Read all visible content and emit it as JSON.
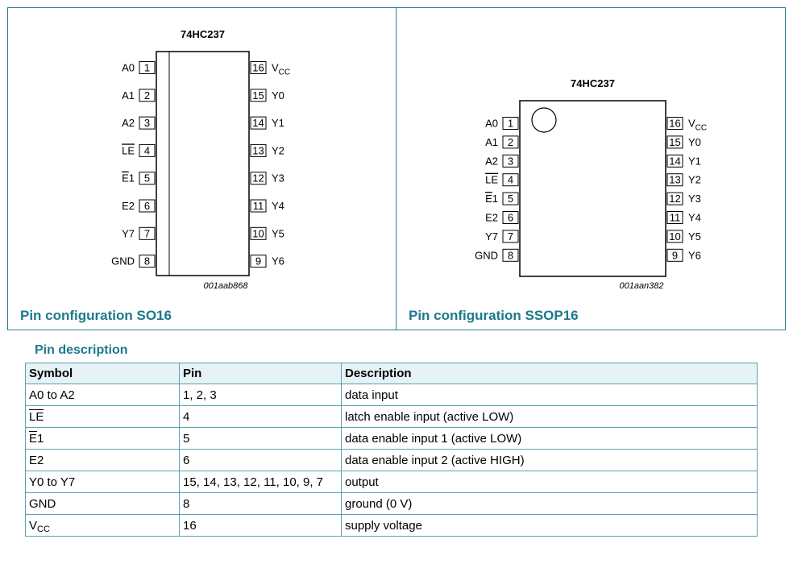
{
  "so16": {
    "chip_name": "74HC237",
    "drawing_code": "001aab868",
    "caption": "Pin configuration SO16",
    "left_pins": [
      {
        "num": "1",
        "label": "A0",
        "overline": false
      },
      {
        "num": "2",
        "label": "A1",
        "overline": false
      },
      {
        "num": "3",
        "label": "A2",
        "overline": false
      },
      {
        "num": "4",
        "label": "LE",
        "overline": true
      },
      {
        "num": "5",
        "label": "E",
        "sub": "1",
        "overline": true
      },
      {
        "num": "6",
        "label": "E2",
        "overline": false
      },
      {
        "num": "7",
        "label": "Y7",
        "overline": false
      },
      {
        "num": "8",
        "label": "GND",
        "overline": false
      }
    ],
    "right_pins": [
      {
        "num": "16",
        "label": "V",
        "subscript": "CC"
      },
      {
        "num": "15",
        "label": "Y0"
      },
      {
        "num": "14",
        "label": "Y1"
      },
      {
        "num": "13",
        "label": "Y2"
      },
      {
        "num": "12",
        "label": "Y3"
      },
      {
        "num": "11",
        "label": "Y4"
      },
      {
        "num": "10",
        "label": "Y5"
      },
      {
        "num": "9",
        "label": "Y6"
      }
    ]
  },
  "ssop16": {
    "chip_name": "74HC237",
    "drawing_code": "001aan382",
    "caption": "Pin configuration SSOP16",
    "left_pins": [
      {
        "num": "1",
        "label": "A0",
        "overline": false
      },
      {
        "num": "2",
        "label": "A1",
        "overline": false
      },
      {
        "num": "3",
        "label": "A2",
        "overline": false
      },
      {
        "num": "4",
        "label": "LE",
        "overline": true
      },
      {
        "num": "5",
        "label": "E",
        "sub": "1",
        "overline": true
      },
      {
        "num": "6",
        "label": "E2",
        "overline": false
      },
      {
        "num": "7",
        "label": "Y7",
        "overline": false
      },
      {
        "num": "8",
        "label": "GND",
        "overline": false
      }
    ],
    "right_pins": [
      {
        "num": "16",
        "label": "V",
        "subscript": "CC"
      },
      {
        "num": "15",
        "label": "Y0"
      },
      {
        "num": "14",
        "label": "Y1"
      },
      {
        "num": "13",
        "label": "Y2"
      },
      {
        "num": "12",
        "label": "Y3"
      },
      {
        "num": "11",
        "label": "Y4"
      },
      {
        "num": "10",
        "label": "Y5"
      },
      {
        "num": "9",
        "label": "Y6"
      }
    ]
  },
  "pin_description": {
    "title": "Pin description",
    "headers": [
      "Symbol",
      "Pin",
      "Description"
    ],
    "rows": [
      {
        "symbol": "A0 to A2",
        "pin": "1, 2, 3",
        "description": "data input"
      },
      {
        "symbol": "LE",
        "symbol_overline": true,
        "pin": "4",
        "description": "latch enable input (active LOW)"
      },
      {
        "symbol": "E1",
        "symbol_overline_first": true,
        "pin": "5",
        "description": "data enable input 1 (active LOW)"
      },
      {
        "symbol": "E2",
        "pin": "6",
        "description": "data enable input 2 (active HIGH)"
      },
      {
        "symbol": "Y0 to Y7",
        "pin": "15, 14, 13, 12, 11, 10, 9, 7",
        "description": "output"
      },
      {
        "symbol": "GND",
        "pin": "8",
        "description": "ground (0 V)"
      },
      {
        "symbol": "V",
        "symbol_sub": "CC",
        "pin": "16",
        "description": "supply voltage"
      }
    ]
  }
}
